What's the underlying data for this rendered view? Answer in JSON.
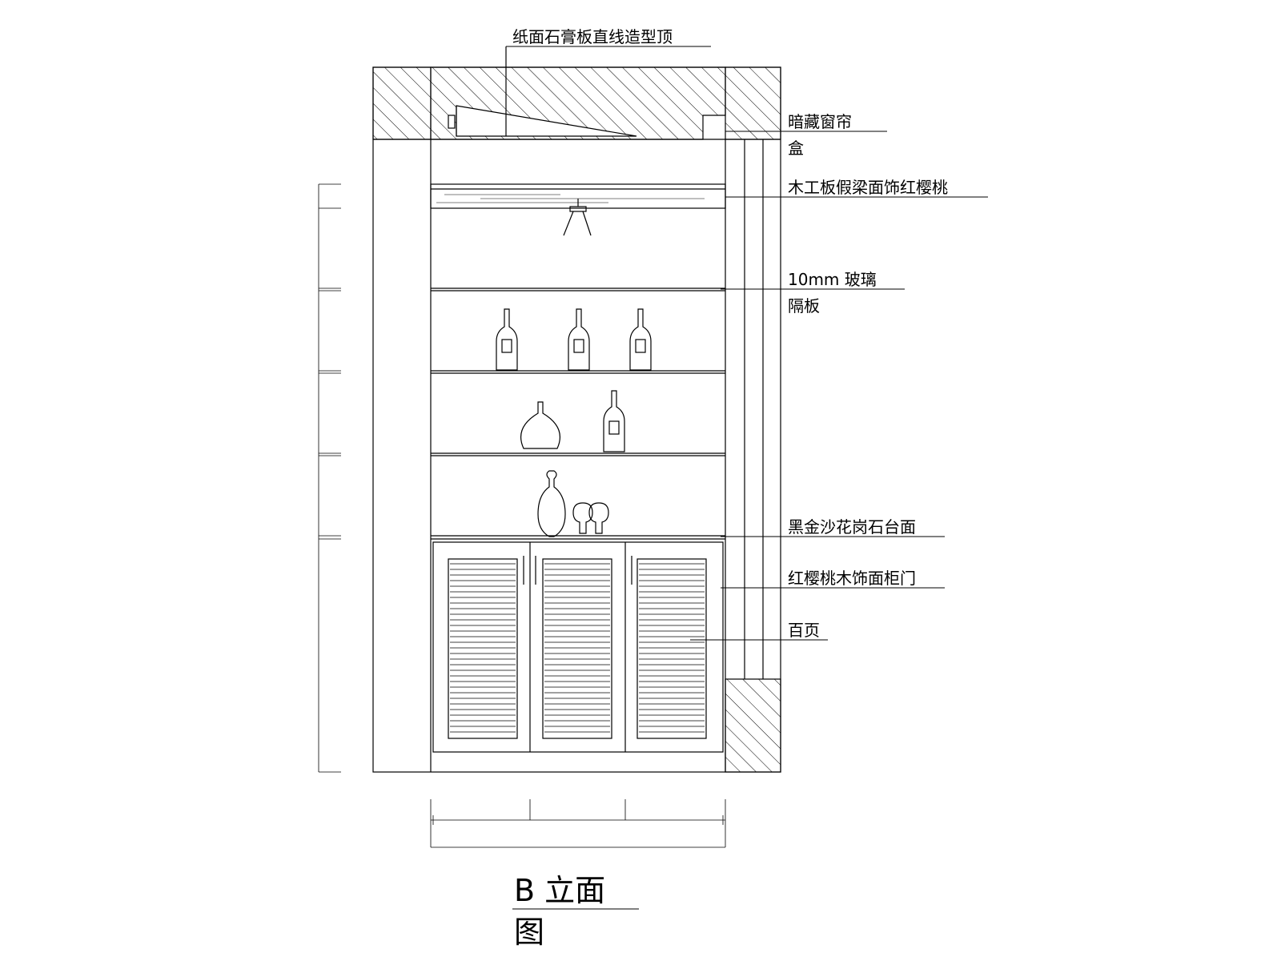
{
  "annotations": {
    "ceiling": "纸面石膏板直线造型顶",
    "curtain_box_1": "暗藏窗帘",
    "curtain_box_2": "盒",
    "beam": "木工板假梁面饰红樱桃",
    "glass_1": "10mm 玻璃",
    "glass_2": "隔板",
    "countertop": "黑金沙花岗石台面",
    "cabinet_door": "红樱桃木饰面柜门",
    "louver": "百页"
  },
  "title": {
    "line1": "B 立面",
    "line2": "图"
  },
  "colors": {
    "line": "#000000",
    "background": "#ffffff"
  }
}
